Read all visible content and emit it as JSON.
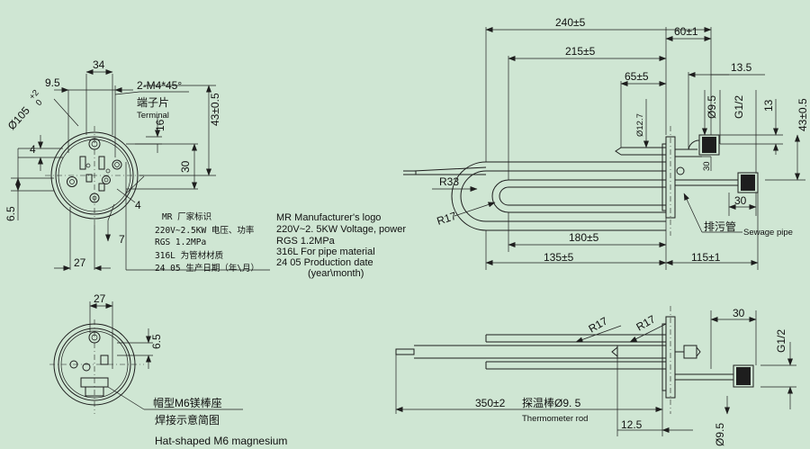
{
  "dims_top_left": {
    "d34": "34",
    "d9_5": "9.5",
    "thread": "2-M4*45°",
    "terminal_cn": "端子片",
    "terminal_en": "Terminal",
    "dia105": "Ø105",
    "dia105_tol": "+2",
    "dia105_tol2": "0",
    "d16": "16",
    "d43": "43±0.5",
    "d4a": "4",
    "d30": "30",
    "d6_5": "6.5",
    "d4b": "4",
    "d7": "7",
    "d27": "27"
  },
  "notes_cn": {
    "l1": "MR  厂家标识",
    "l2": "220V~2.5KW 电压、功率",
    "l3": "RGS  1.2MPa",
    "l4": "316L 为管材材质",
    "l5": "24 05 生产日期（年\\月）"
  },
  "notes_en": {
    "l1": "MR Manufacturer's logo",
    "l2": "220V~2. 5KW Voltage, power",
    "l3": "RGS 1.2MPa",
    "l4": "316L For pipe material",
    "l5": "24 05 Production date",
    "l6": "(year\\month)"
  },
  "dims_side": {
    "d240": "240±5",
    "d60": "60±1",
    "d215": "215±5",
    "d65": "65±5",
    "d13_5": "13.5",
    "d9_5": "Ø9.5",
    "g12": "G1/2",
    "d13": "13",
    "d43": "43±0.5",
    "d12_7": "Ø12.7",
    "d30v": "30",
    "r33": "R33",
    "r17": "R17",
    "d30h": "30",
    "sewage_cn": "排污管",
    "sewage_en": "Sewage pipe",
    "d180": "180±5",
    "d135": "135±5",
    "d115": "115±1"
  },
  "dims_bottom_left": {
    "d27": "27",
    "d6_5": "6.5",
    "cap_cn1": "帽型M6镁棒座",
    "cap_cn2": "焊接示意简图",
    "cap_en": "Hat-shaped M6 magnesium"
  },
  "dims_bottom_right": {
    "r17a": "R17",
    "r17b": "R17",
    "d30": "30",
    "g12": "G1/2",
    "d350": "350±2",
    "thermo_cn": "探温棒Ø9. 5",
    "thermo_en": "Thermometer rod",
    "d12_5": "12.5",
    "d9_5": "Ø9.5"
  }
}
